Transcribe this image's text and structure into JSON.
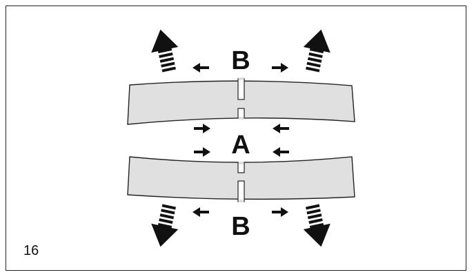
{
  "figure": {
    "number": "16",
    "label_top": "B",
    "label_middle": "A",
    "label_bottom": "B"
  },
  "colors": {
    "plate_fill": "#e0e0e0",
    "outline": "#222222",
    "arrow": "#111111",
    "background": "#ffffff"
  }
}
